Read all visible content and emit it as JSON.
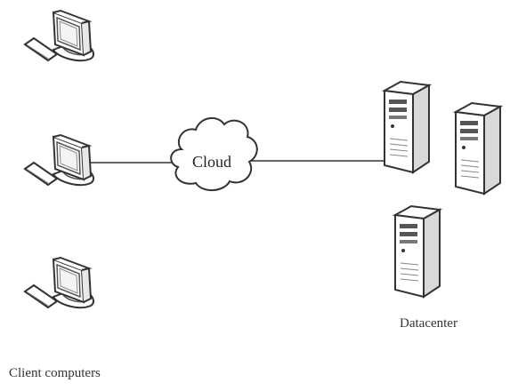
{
  "diagram": {
    "cloud_label": "Cloud",
    "clients_label": "Client computers",
    "datacenter_label": "Datacenter",
    "client_count": 3,
    "server_count": 3,
    "line_color": "#333333",
    "icons": {
      "client": "desktop-computer-icon",
      "server": "server-tower-icon",
      "cloud": "cloud-icon"
    }
  }
}
